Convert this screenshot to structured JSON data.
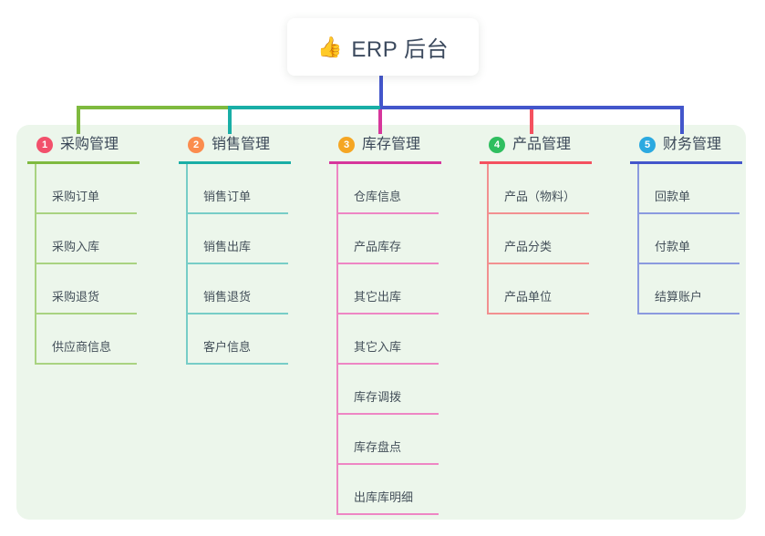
{
  "root": {
    "icon": "👍",
    "title": "ERP 后台"
  },
  "colors": {
    "canvas_bg": "#ffffff",
    "panel_bg": "#ecf6eb",
    "root_text": "#3c4a5e",
    "branch_text": "#3b4858",
    "child_text": "#44505a",
    "trunk_blue": "#4356cb"
  },
  "branches": [
    {
      "number": "1",
      "label": "采购管理",
      "badge_color": "#f2506b",
      "line_color": "#7fba3f",
      "child_line_color": "#a9d381",
      "children": [
        "采购订单",
        "采购入库",
        "采购退货",
        "供应商信息"
      ]
    },
    {
      "number": "2",
      "label": "销售管理",
      "badge_color": "#fb8c4e",
      "line_color": "#19aea6",
      "child_line_color": "#77cdc7",
      "children": [
        "销售订单",
        "销售出库",
        "销售退货",
        "客户信息"
      ]
    },
    {
      "number": "3",
      "label": "库存管理",
      "badge_color": "#f5a623",
      "line_color": "#d6369b",
      "child_line_color": "#ee86c4",
      "children": [
        "仓库信息",
        "产品库存",
        "其它出库",
        "其它入库",
        "库存调拨",
        "库存盘点",
        "出库库明细"
      ]
    },
    {
      "number": "4",
      "label": "产品管理",
      "badge_color": "#2fbe5f",
      "line_color": "#f4515f",
      "child_line_color": "#f29090",
      "children": [
        "产品（物料）",
        "产品分类",
        "产品单位"
      ]
    },
    {
      "number": "5",
      "label": "财务管理",
      "badge_color": "#2ba9e0",
      "line_color": "#4356cb",
      "child_line_color": "#8b9adf",
      "children": [
        "回款单",
        "付款单",
        "结算账户"
      ]
    }
  ]
}
